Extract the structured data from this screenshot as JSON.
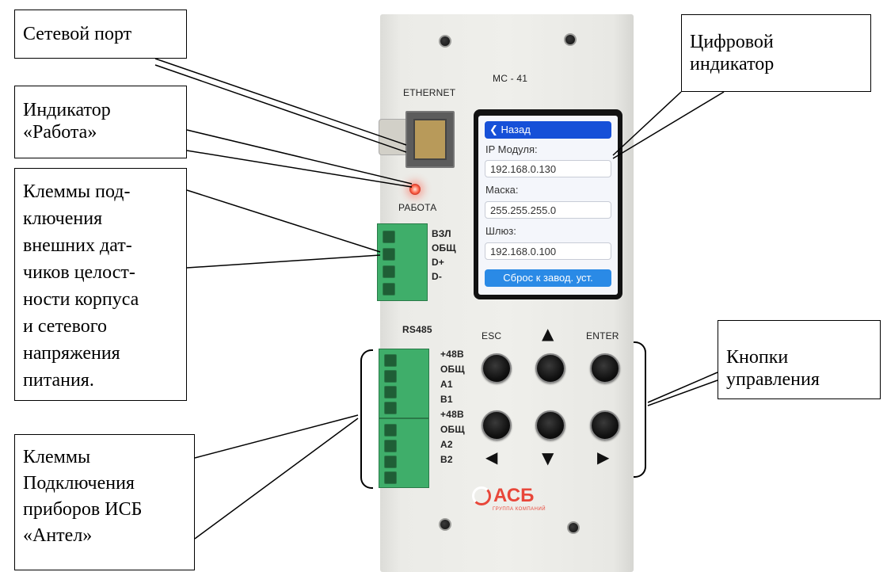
{
  "callouts": {
    "network_port": "Сетевой порт",
    "work_indicator": "Индикатор\n«Работа»",
    "sensor_terminals": "Клеммы под-\nключения\nвнешних дат-\nчиков целост-\nности корпуса\nи сетевого\nнапряжения\nпитания.",
    "antel_terminals": "Клеммы\nПодключения\nприборов ИСБ\n«Антел»",
    "digital_indicator": "Цифровой\nиндикатор",
    "control_buttons": "Кнопки\nуправления"
  },
  "device": {
    "model": "МС - 41",
    "ethernet_label": "ETHERNET",
    "led_label": "РАБОТА",
    "sensor_terminal_labels": [
      "ВЗЛ",
      "ОБЩ",
      "D+",
      "D-"
    ],
    "rs485_label": "RS485",
    "rs485_terminal_labels": [
      "+48В",
      "ОБЩ",
      "A1",
      "B1",
      "+48В",
      "ОБЩ",
      "A2",
      "B2"
    ],
    "btn_esc_label": "ESC",
    "btn_enter_label": "ENTER",
    "logo": "АСБ",
    "logo_sub": "ГРУППА КОМПАНИЙ"
  },
  "screen": {
    "back_label": "Назад",
    "ip_label": "IP Модуля:",
    "ip_value": "192.168.0.130",
    "mask_label": "Маска:",
    "mask_value": "255.255.255.0",
    "gateway_label": "Шлюз:",
    "gateway_value": "192.168.0.100",
    "reset_label": "Сброс к завод. уст."
  },
  "icons": [
    "up-arrow-icon",
    "down-arrow-icon",
    "left-arrow-icon",
    "right-arrow-icon",
    "chevron-left-icon"
  ]
}
